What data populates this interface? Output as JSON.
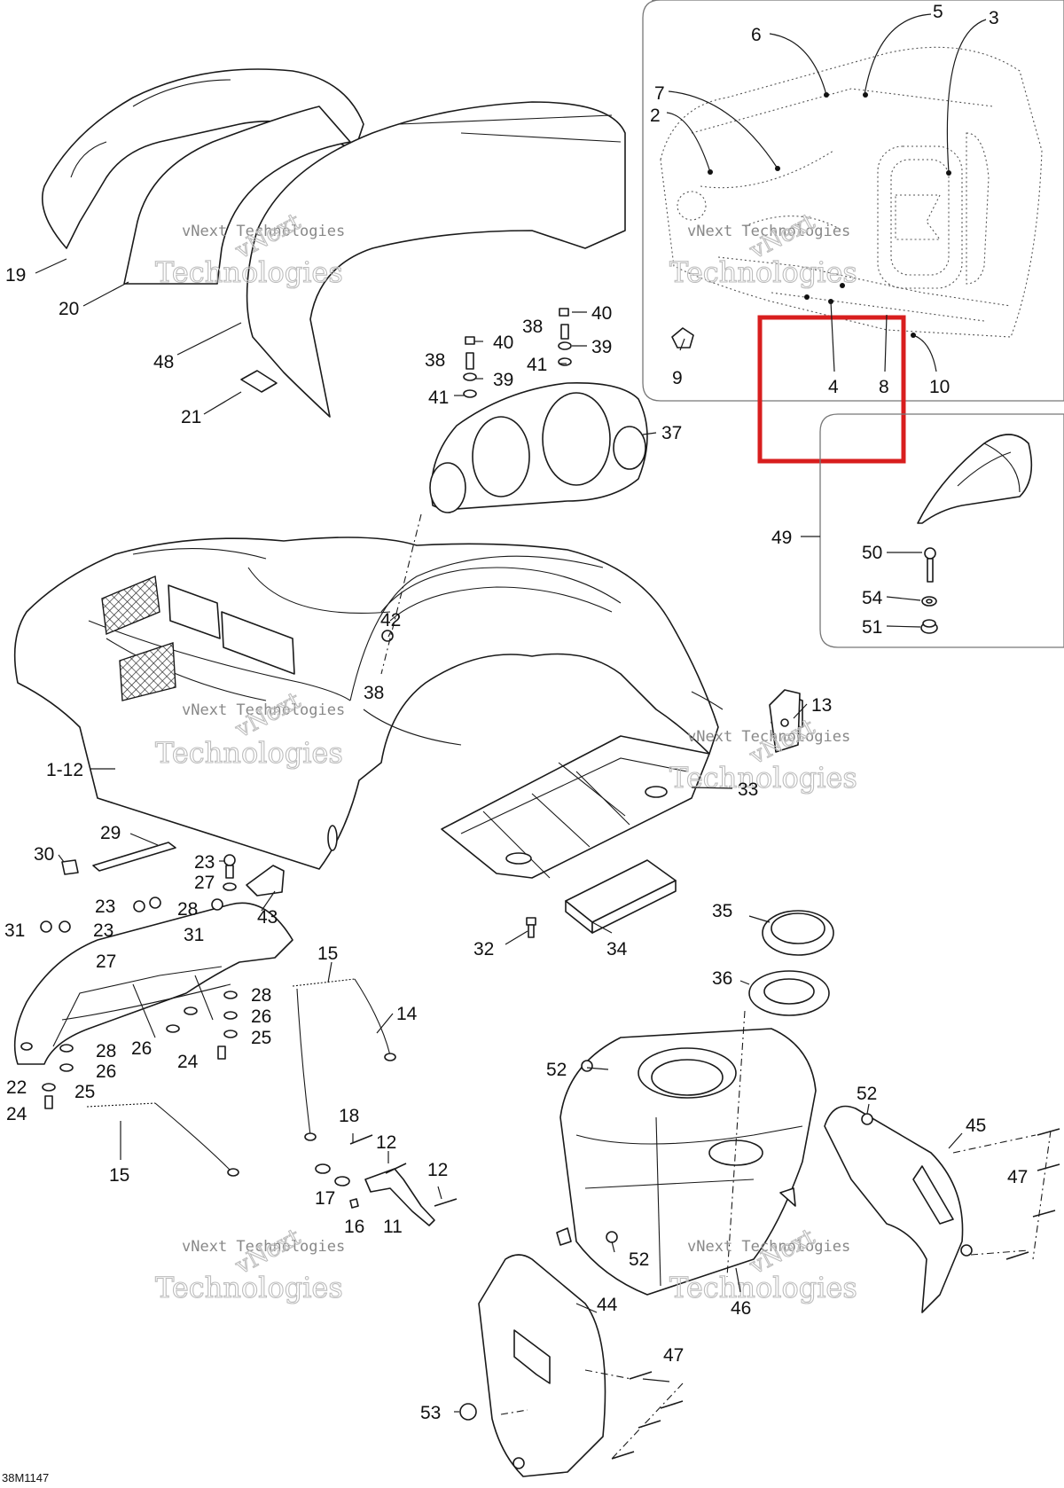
{
  "drawing_code": "38M1147",
  "watermark": {
    "line1": "vNext Technologies",
    "line2": "vNext",
    "line3": "Technologies"
  },
  "highlight_color": "#d81e1e",
  "callouts": {
    "c1": "5",
    "c2": "3",
    "c3": "6",
    "c4": "7",
    "c5": "2",
    "c6": "9",
    "c7": "4",
    "c8": "8",
    "c9": "10",
    "c10": "19",
    "c11": "20",
    "c12": "48",
    "c13": "21",
    "c14": "40",
    "c15": "38",
    "c16": "39",
    "c17": "41",
    "c18": "40",
    "c19": "38",
    "c20": "39",
    "c21": "41",
    "c22": "37",
    "c23": "49",
    "c24": "50",
    "c25": "54",
    "c26": "51",
    "c27": "42",
    "c28": "38",
    "c29": "1-12",
    "c30": "13",
    "c31": "33",
    "c32": "29",
    "c33": "30",
    "c34": "23",
    "c35": "27",
    "c36": "43",
    "c37": "23",
    "c38": "28",
    "c39": "31",
    "c40": "23",
    "c41": "31",
    "c42": "27",
    "c43": "28",
    "c44": "26",
    "c45": "25",
    "c46": "26",
    "c47": "24",
    "c48": "28",
    "c49": "26",
    "c50": "25",
    "c51": "22",
    "c52": "24",
    "c53": "15",
    "c54": "14",
    "c55": "15",
    "c56": "32",
    "c57": "34",
    "c58": "35",
    "c59": "36",
    "c60": "18",
    "c61": "12",
    "c62": "12",
    "c63": "17",
    "c64": "16",
    "c65": "11",
    "c66": "52",
    "c67": "52",
    "c68": "45",
    "c69": "47",
    "c70": "52",
    "c71": "46",
    "c72": "44",
    "c73": "47",
    "c74": "53"
  }
}
